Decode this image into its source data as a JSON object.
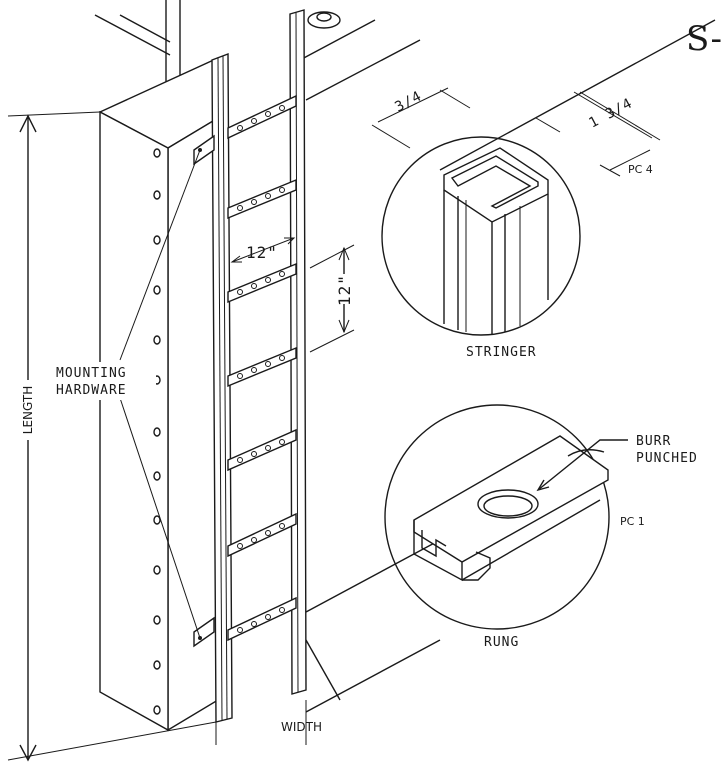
{
  "title_partial": "S-",
  "labels": {
    "length": "LENGTH",
    "width": "WIDTH",
    "mounting_line1": "MOUNTING",
    "mounting_line2": "HARDWARE",
    "rung_spacing_horizontal": "12\"",
    "rung_spacing_vertical": "12\"",
    "stringer": "STRINGER",
    "rung": "RUNG",
    "stringer_part": "PC 4",
    "rung_part": "PC 1",
    "stringer_dim_width": "3/4",
    "stringer_dim_depth": "1 3/4",
    "burr_line1": "BURR",
    "burr_line2": "PUNCHED"
  }
}
